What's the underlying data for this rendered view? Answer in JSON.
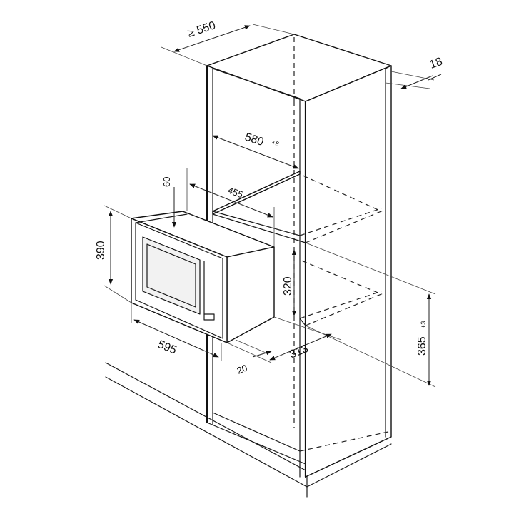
{
  "dimensions": {
    "cabinet_depth": "≥ 550",
    "panel_thickness": "18",
    "niche_width": "580",
    "niche_width_tol": "+8",
    "appliance_depth": "455",
    "top_offset": "60",
    "appliance_height": "390",
    "appliance_width": "595",
    "niche_height": "320",
    "niche_height_from_floor": "365",
    "niche_height_tol": "+3",
    "side_depth": "313",
    "front_offset": "20"
  },
  "colors": {
    "line": "#111111",
    "background": "#ffffff",
    "glass": "#f2f2f2"
  }
}
